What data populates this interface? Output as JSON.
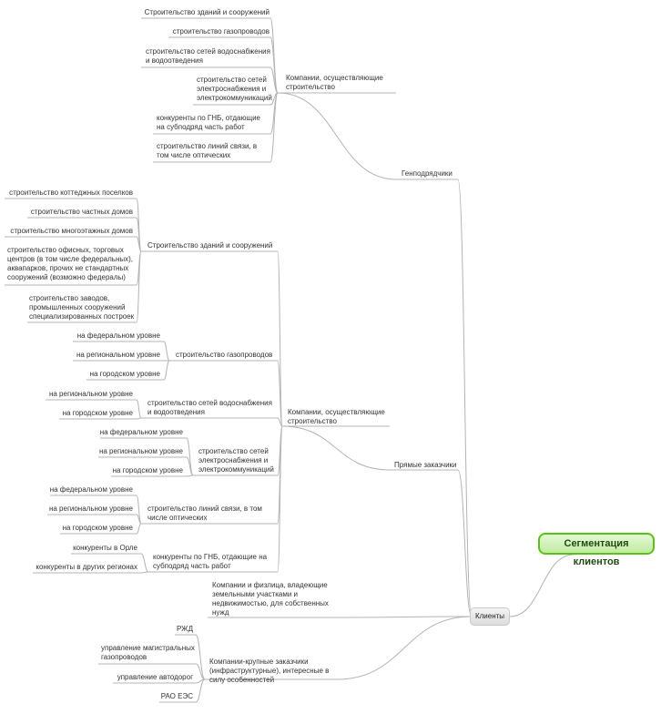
{
  "root": {
    "label": "Сегментация клиентов",
    "color": "#58c218"
  },
  "clients": {
    "label": "Клиенты"
  },
  "genpodryadchiki": {
    "label": "Генподрядчики",
    "company": {
      "label": "Компании, осуществляющие строительство",
      "items": [
        "Строительство зданий и сооружений",
        "строительство газопроводов",
        "строительство сетей водоснабжения и водоотведения",
        "строительство сетей электроснабжения и электрокоммуникаций",
        "конкуренты по ГНБ, отдающие на субподряд часть работ",
        "строительство линий связи, в том числе оптических"
      ]
    }
  },
  "pryamye": {
    "label": "Прямые заказчики",
    "company": {
      "label": "Компании, осуществляющие строительство",
      "buildings": {
        "label": "Строительство зданий и сооружений",
        "items": [
          "строительство коттеджных поселков",
          "строительство частных домов",
          "строительство многоэтажных домов",
          "строительство офисных, торговых центров (в том числе федеральных), аквапарков, прочих не стандартных сооружений (возможно федералы)",
          "строительство заводов, промышленных сооружений специализированных построек"
        ]
      },
      "gas": {
        "label": "строительство газопроводов",
        "items": [
          "на федеральном уровне",
          "на региональном уровне",
          "на городском уровне"
        ]
      },
      "water": {
        "label": "строительство сетей водоснабжения и водоотведения",
        "items": [
          "на региональном уровне",
          "на городском уровне"
        ]
      },
      "power": {
        "label": "строительство сетей электроснабжения и электрокоммуникаций",
        "items": [
          "на федеральном уровне",
          "на региональном уровне",
          "на городском уровне"
        ]
      },
      "comm": {
        "label": "строительство линий связи, в том числе оптических",
        "items": [
          "на федеральном уровне",
          "на региональном уровне",
          "на городском уровне"
        ]
      },
      "competitors": {
        "label": "конкуренты по ГНБ, отдающие на субподряд часть работ",
        "items": [
          "конкуренты в Орле",
          "конкуренты в других регионах"
        ]
      }
    }
  },
  "landowners": {
    "label": "Компании и физлица, владеющие земельными участками и недвижимостью, для собственных нужд"
  },
  "infra": {
    "label": "Компании-крупные заказчики (инфраструктурные), интересные в силу особенностей",
    "items": [
      "РЖД",
      "управление магистральных газопроводов",
      "управление автодорог",
      "РАО ЕЭС"
    ]
  }
}
